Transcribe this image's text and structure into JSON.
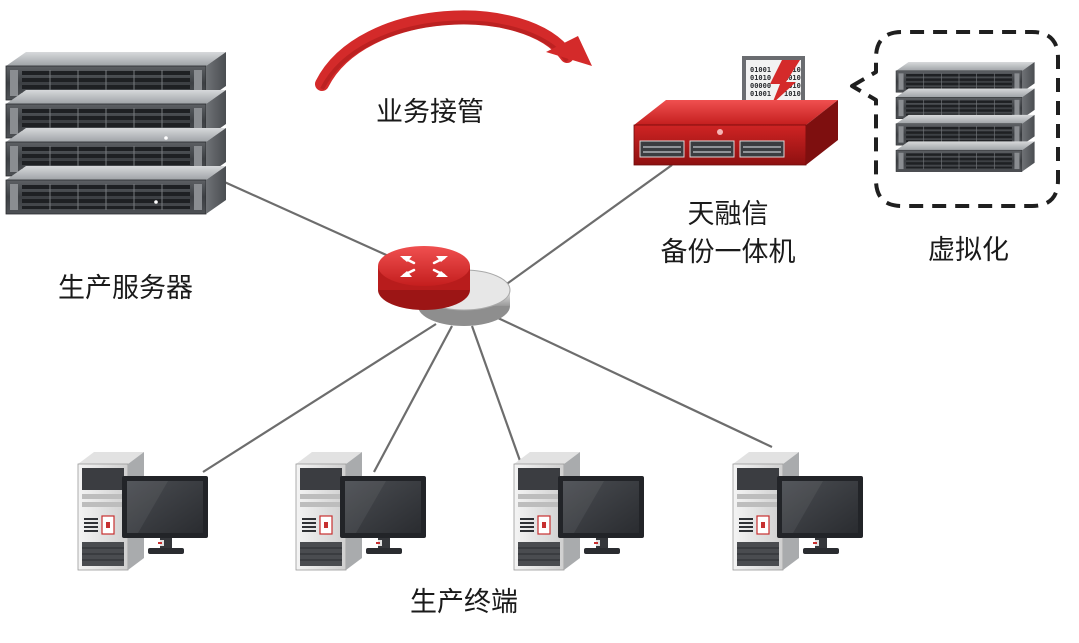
{
  "labels": {
    "takeover": "业务接管",
    "production_server": "生产服务器",
    "appliance_line1": "天融信",
    "appliance_line2": "备份一体机",
    "virtualization": "虚拟化",
    "production_terminal": "生产终端"
  },
  "appliance_screen": [
    "01001",
    "01010",
    "00000",
    "01001"
  ],
  "colors": {
    "accent_red": "#d42a2a",
    "dark_red": "#9c1515",
    "server_gray": "#6b6e72",
    "server_light": "#b7babd",
    "link_line": "#6d6d6d",
    "text": "#1a1a1a"
  },
  "icons": [
    "server-rack-icon",
    "router-icon",
    "backup-appliance-icon",
    "virtual-server-icon",
    "desktop-computer-icon",
    "curved-arrow-icon"
  ]
}
